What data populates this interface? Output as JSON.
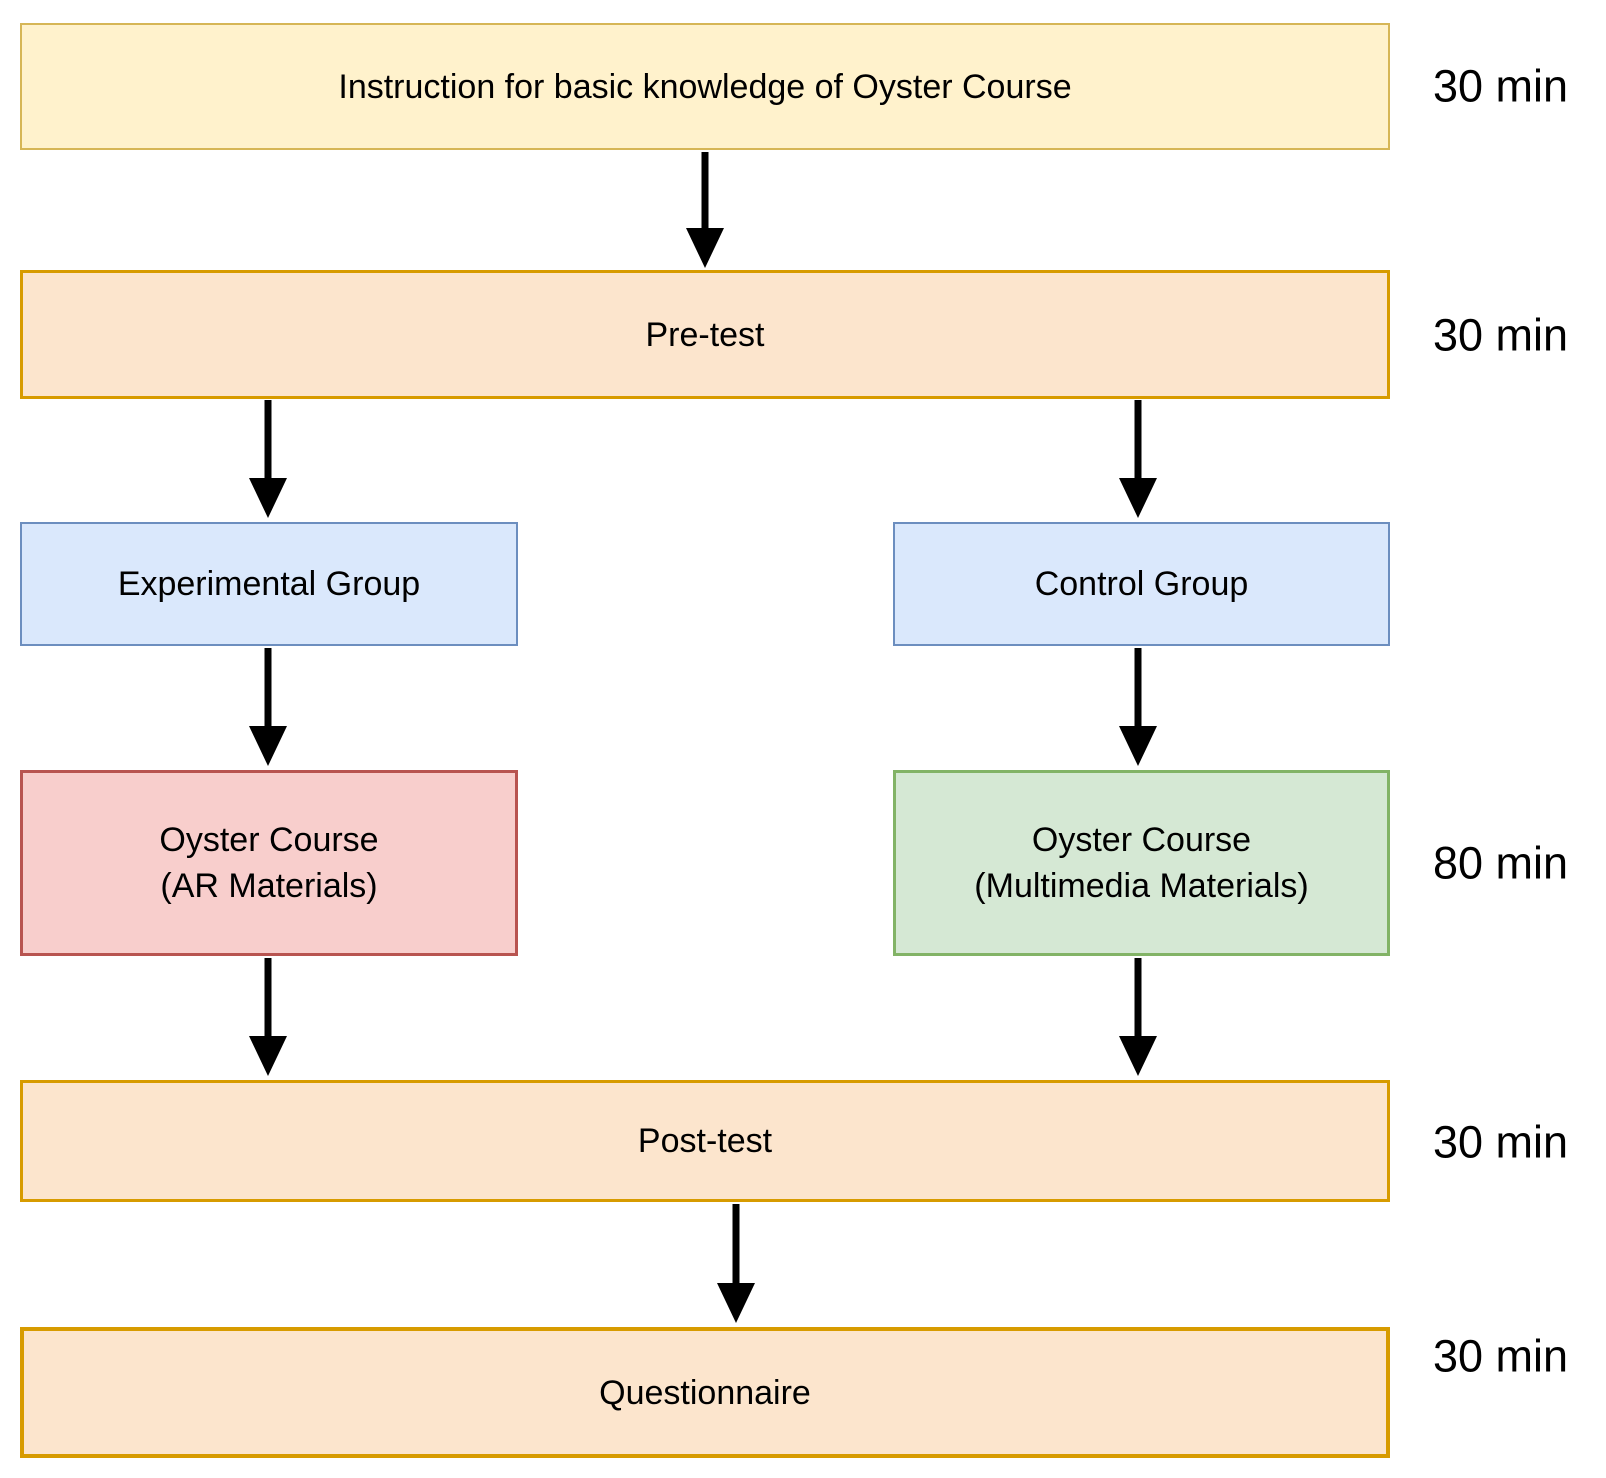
{
  "diagram": {
    "kind": "flowchart",
    "background": "#FFFFFF",
    "arrow_color": "#000000"
  },
  "nodes": {
    "instruction": {
      "label": "Instruction for basic knowledge of Oyster Course",
      "duration": "30 min",
      "fill": "#FFF2CC",
      "border": "#D6B656"
    },
    "pretest": {
      "label": "Pre-test",
      "duration": "30 min",
      "fill": "#FCE5CD",
      "border": "#D79B00"
    },
    "experimental": {
      "label": "Experimental Group",
      "fill": "#DAE8FC",
      "border": "#6C8EBF"
    },
    "control": {
      "label": "Control Group",
      "fill": "#DAE8FC",
      "border": "#6C8EBF"
    },
    "ar_course": {
      "line1": "Oyster Course",
      "line2": "(AR Materials)",
      "fill": "#F8CECC",
      "border": "#B85450"
    },
    "multimedia_course": {
      "line1": "Oyster Course",
      "line2": "(Multimedia Materials)",
      "duration": "80 min",
      "fill": "#D5E8D4",
      "border": "#82B366"
    },
    "posttest": {
      "label": "Post-test",
      "duration": "30 min",
      "fill": "#FCE5CD",
      "border": "#D79B00"
    },
    "questionnaire": {
      "label": "Questionnaire",
      "duration": "30 min",
      "fill": "#FCE5CD",
      "border": "#D79B00"
    }
  },
  "edges": [
    {
      "from": "instruction",
      "to": "pretest"
    },
    {
      "from": "pretest",
      "to": "experimental"
    },
    {
      "from": "pretest",
      "to": "control"
    },
    {
      "from": "experimental",
      "to": "ar_course"
    },
    {
      "from": "control",
      "to": "multimedia_course"
    },
    {
      "from": "ar_course",
      "to": "posttest"
    },
    {
      "from": "multimedia_course",
      "to": "posttest"
    },
    {
      "from": "posttest",
      "to": "questionnaire"
    }
  ]
}
